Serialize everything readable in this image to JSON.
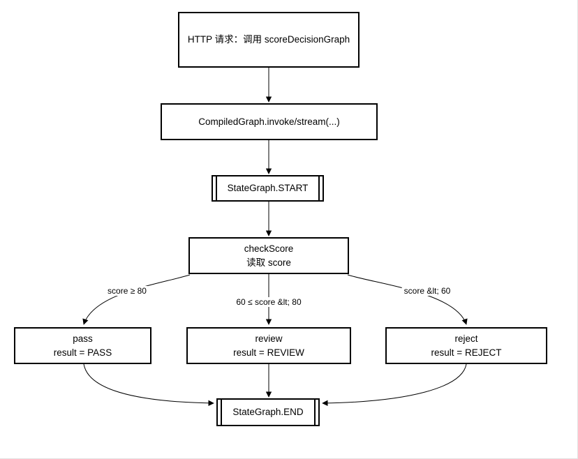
{
  "page": {
    "background": "#ffffff",
    "stroke_color": "#000000"
  },
  "diagram": {
    "nodes": {
      "http_request": {
        "label": "HTTP 请求：调用 scoreDecisionGraph"
      },
      "compiled_graph": {
        "label": "CompiledGraph.invoke/stream(...)"
      },
      "graph_start": {
        "label": "StateGraph.START"
      },
      "check_score": {
        "title": "checkScore",
        "subtitle": "读取 score"
      },
      "pass": {
        "title": "pass",
        "subtitle": "result = PASS"
      },
      "review": {
        "title": "review",
        "subtitle": "result = REVIEW"
      },
      "reject": {
        "title": "reject",
        "subtitle": "result = REJECT"
      },
      "graph_end": {
        "label": "StateGraph.END"
      }
    },
    "edge_labels": {
      "pass_condition": "score ≥ 80",
      "review_condition": "60 ≤ score &lt; 80",
      "reject_condition": "score &lt; 60"
    }
  }
}
